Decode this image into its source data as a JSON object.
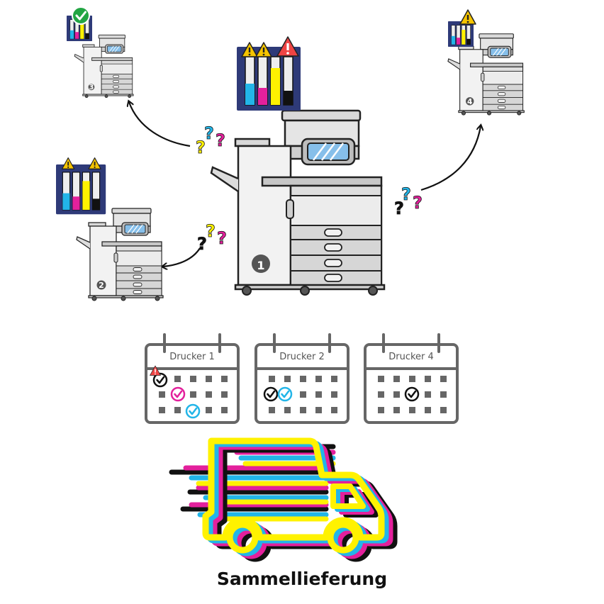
{
  "colors": {
    "cyan": "#22b5e8",
    "magenta": "#e3209c",
    "yellow": "#fff200",
    "black": "#111111",
    "panel": "#2e3a78",
    "warn": "#f5c400",
    "alert": "#ef4444",
    "ok": "#22a543"
  },
  "printers": [
    {
      "number": "1",
      "toner_status": "warning"
    },
    {
      "number": "2",
      "toner_status": "warning"
    },
    {
      "number": "3",
      "toner_status": "ok"
    },
    {
      "number": "4",
      "toner_status": "warning"
    }
  ],
  "calendars": [
    {
      "title": "Drucker 1"
    },
    {
      "title": "Drucker 2"
    },
    {
      "title": "Drucker 4"
    }
  ],
  "icons": {
    "question": "?"
  },
  "caption": "Sammellieferung"
}
